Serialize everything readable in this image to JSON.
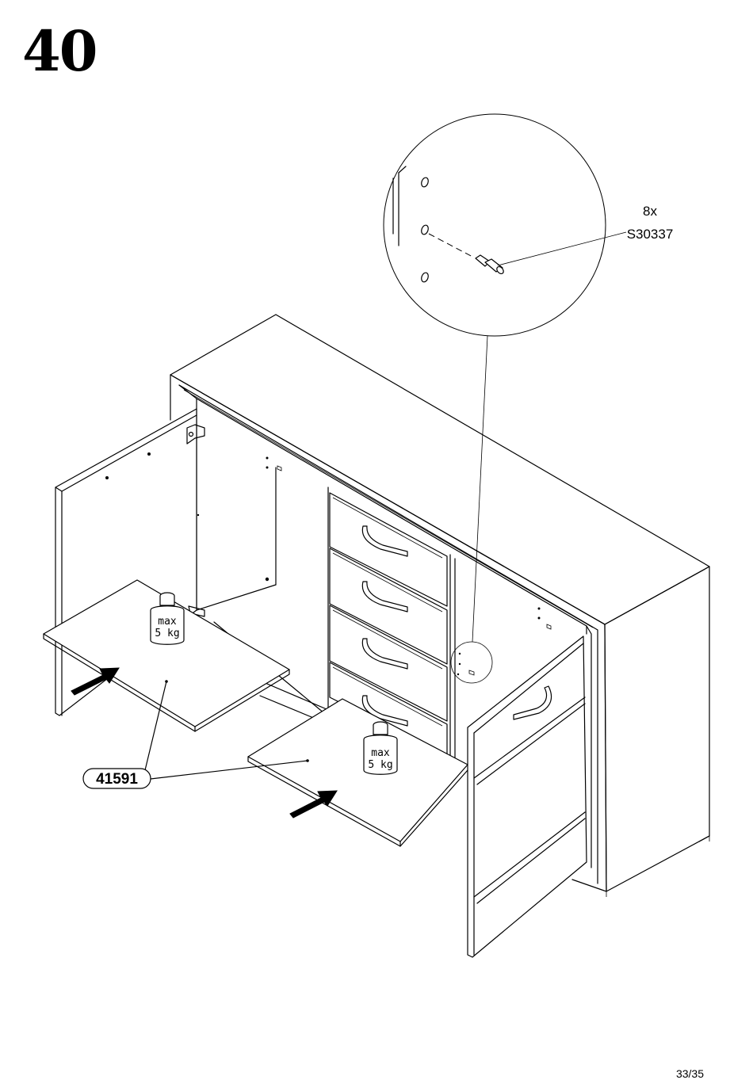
{
  "step": {
    "number": "40"
  },
  "callout": {
    "quantity": "8x",
    "part_code": "S30337"
  },
  "shelf_part": {
    "code": "41591"
  },
  "weight_limit": {
    "line1": "max",
    "line2": "5 kg"
  },
  "page": {
    "number": "33/35"
  }
}
